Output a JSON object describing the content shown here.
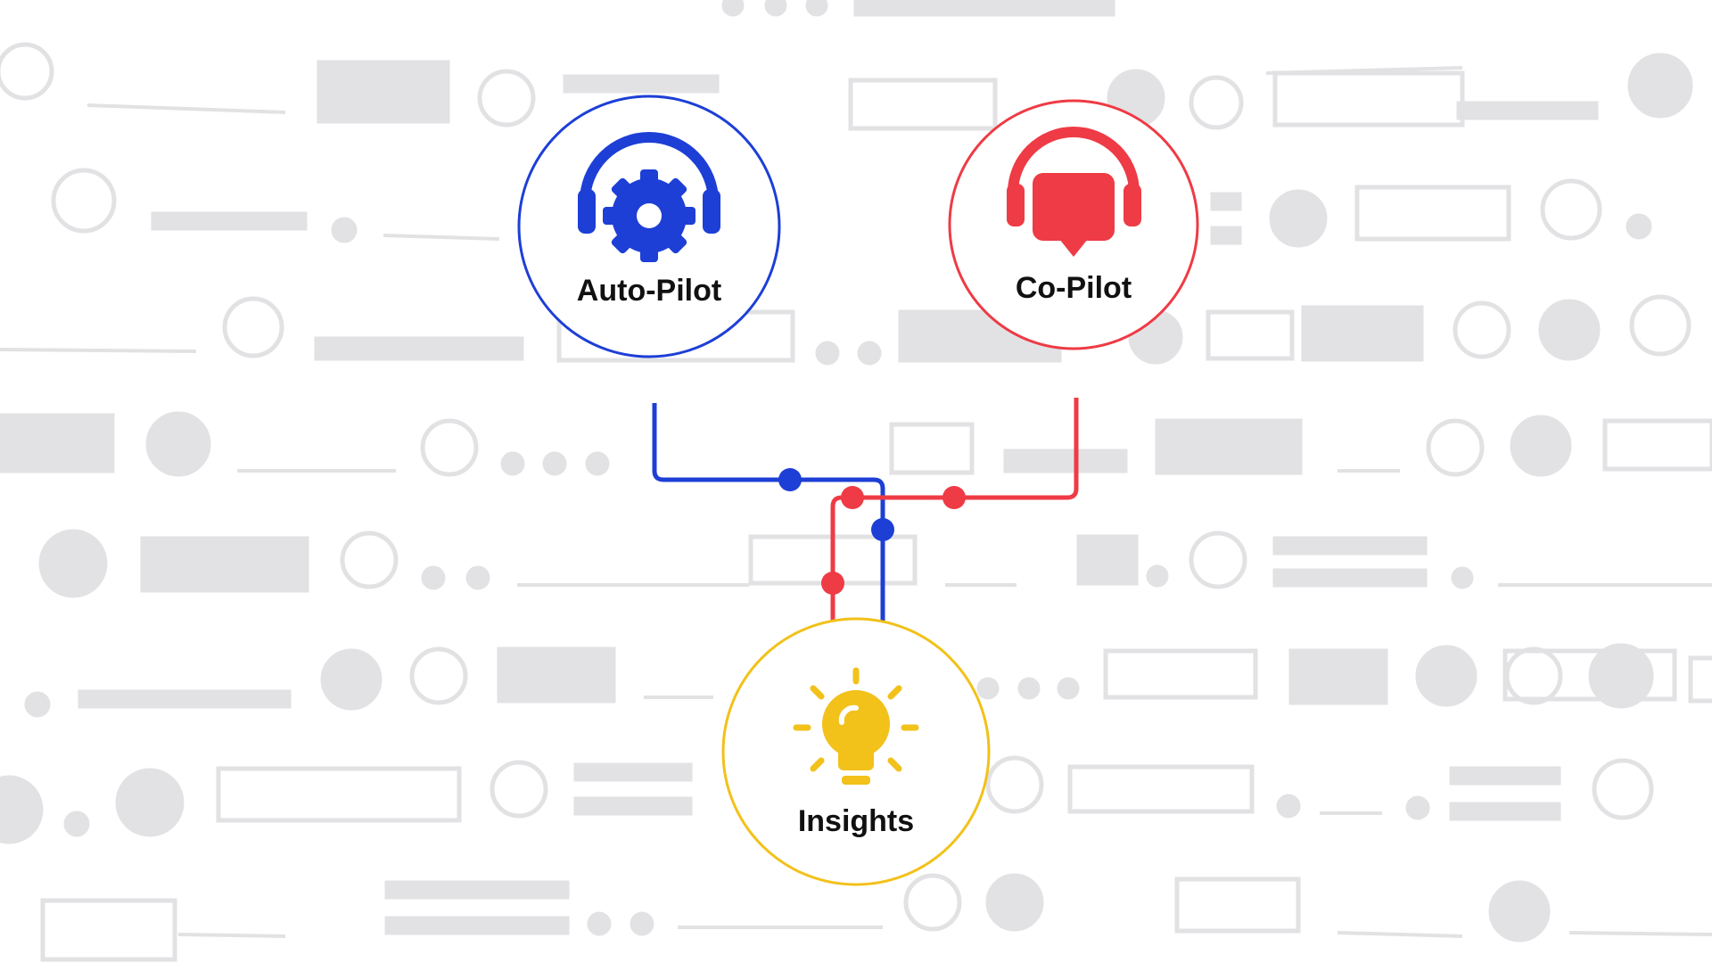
{
  "nodes": {
    "auto_pilot": {
      "label": "Auto-Pilot",
      "icon": "headset-gear-icon",
      "color": "#1d3fd6"
    },
    "co_pilot": {
      "label": "Co-Pilot",
      "icon": "headset-chat-icon",
      "color": "#ee3b45"
    },
    "insights": {
      "label": "Insights",
      "icon": "lightbulb-icon",
      "color": "#f2c11a"
    }
  },
  "connections": [
    {
      "from": "auto_pilot",
      "to": "insights",
      "color": "#1d3fd6"
    },
    {
      "from": "co_pilot",
      "to": "insights",
      "color": "#ee3b45"
    }
  ],
  "background": {
    "pattern_color": "#e2e2e4"
  }
}
